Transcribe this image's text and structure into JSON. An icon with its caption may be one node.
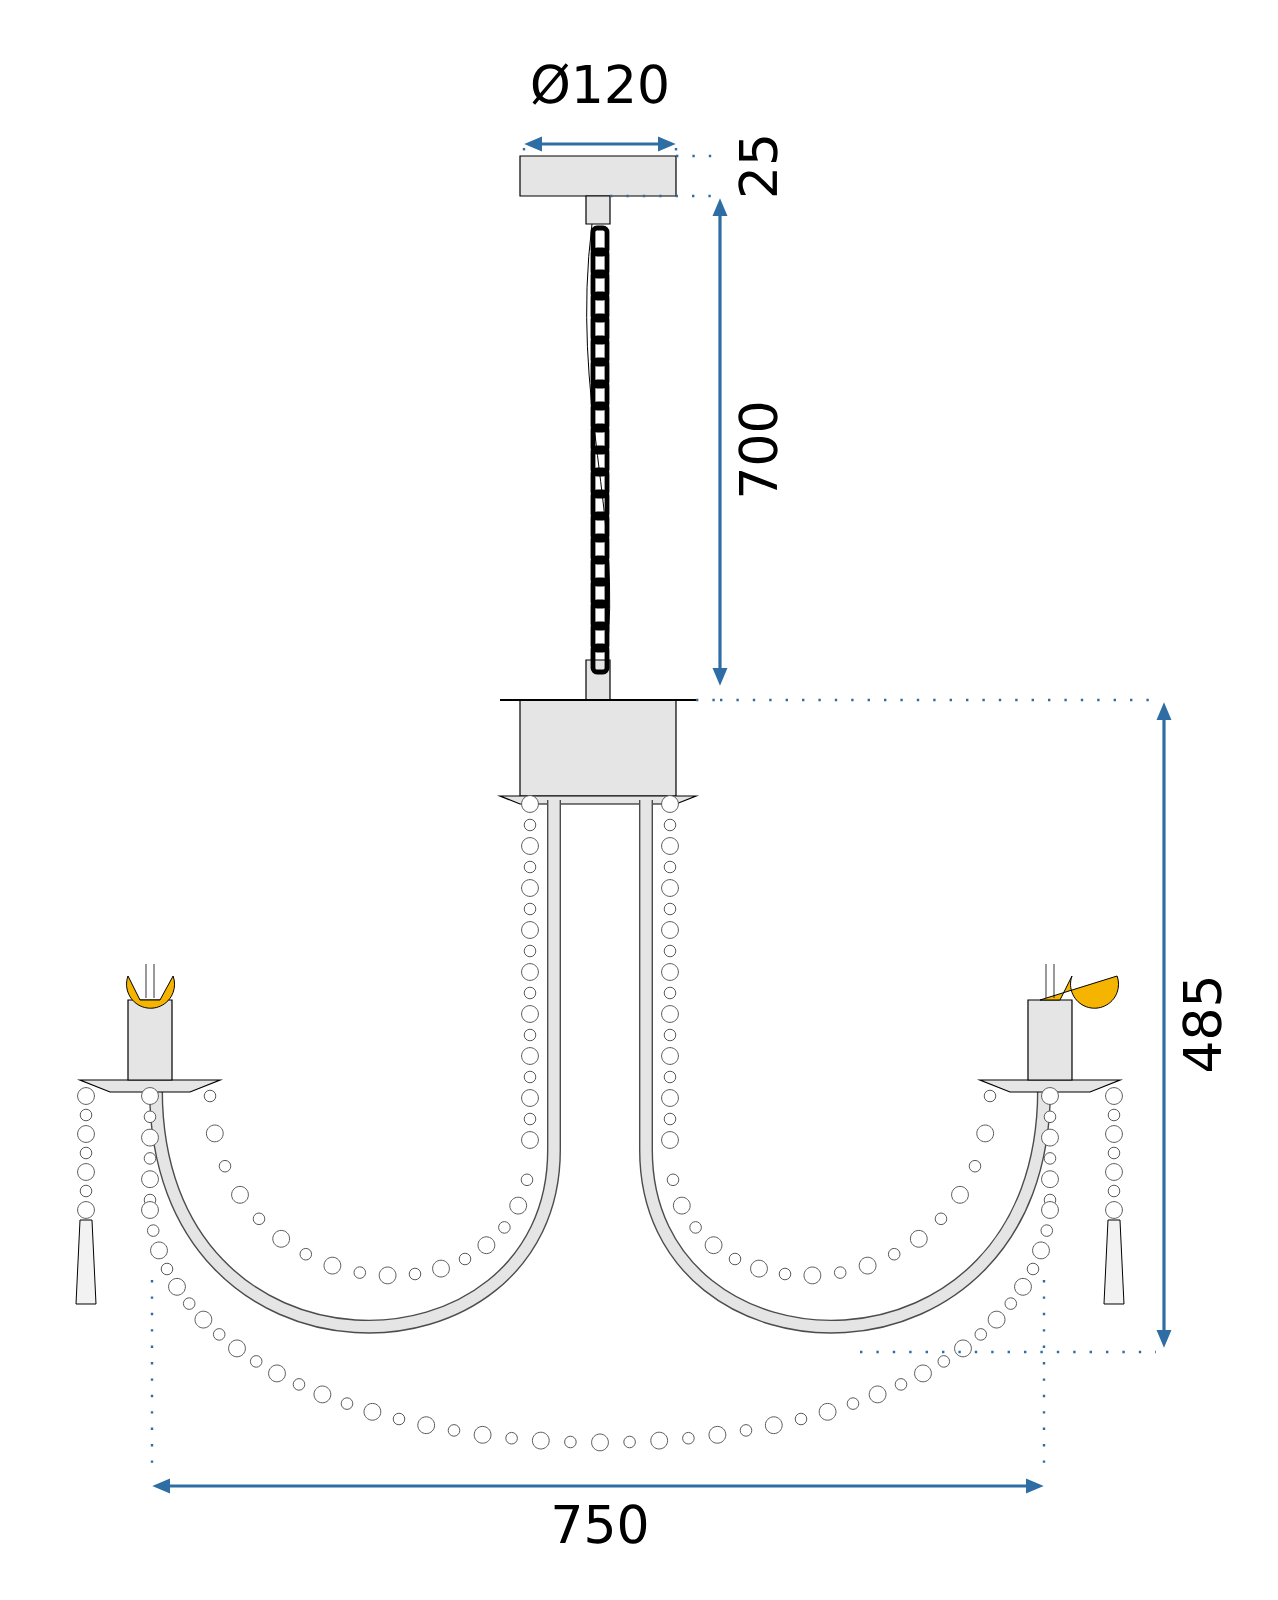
{
  "diagram": {
    "labels": [
      "Ø120",
      "25",
      "700",
      "485",
      "750"
    ]
  }
}
